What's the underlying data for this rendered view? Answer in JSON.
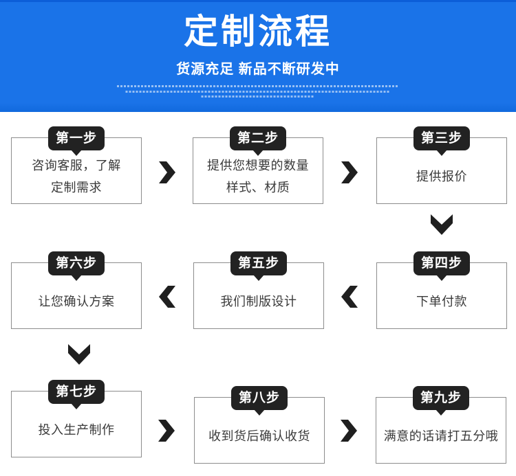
{
  "header": {
    "title": "定制流程",
    "subtitle": "货源充足 新品不断研发中"
  },
  "steps": [
    {
      "badge": "第一步",
      "line1": "咨询客服，了解",
      "line2": "定制需求"
    },
    {
      "badge": "第二步",
      "line1": "提供您想要的数量",
      "line2": "样式、材质"
    },
    {
      "badge": "第三步",
      "line1": "提供报价"
    },
    {
      "badge": "第四步",
      "line1": "下单付款"
    },
    {
      "badge": "第五步",
      "line1": "我们制版设计"
    },
    {
      "badge": "第六步",
      "line1": "让您确认方案"
    },
    {
      "badge": "第七步",
      "line1": "投入生产制作"
    },
    {
      "badge": "第八步",
      "line1": "收到货后确认收货"
    },
    {
      "badge": "第九步",
      "line1": "满意的话请打五分哦"
    }
  ],
  "icons": {
    "right_arrow": "chevron-right",
    "left_arrow": "chevron-left",
    "down_arrow": "chevron-down"
  },
  "colors": {
    "header_blue": "#1a73e8",
    "header_top_strip": "#0c5ed8",
    "title_text": "#ffffff",
    "badge_bg": "#222222",
    "box_border": "#8c8c8c",
    "box_text": "#3a3a3a",
    "arrow_color": "#1f1f1f"
  }
}
